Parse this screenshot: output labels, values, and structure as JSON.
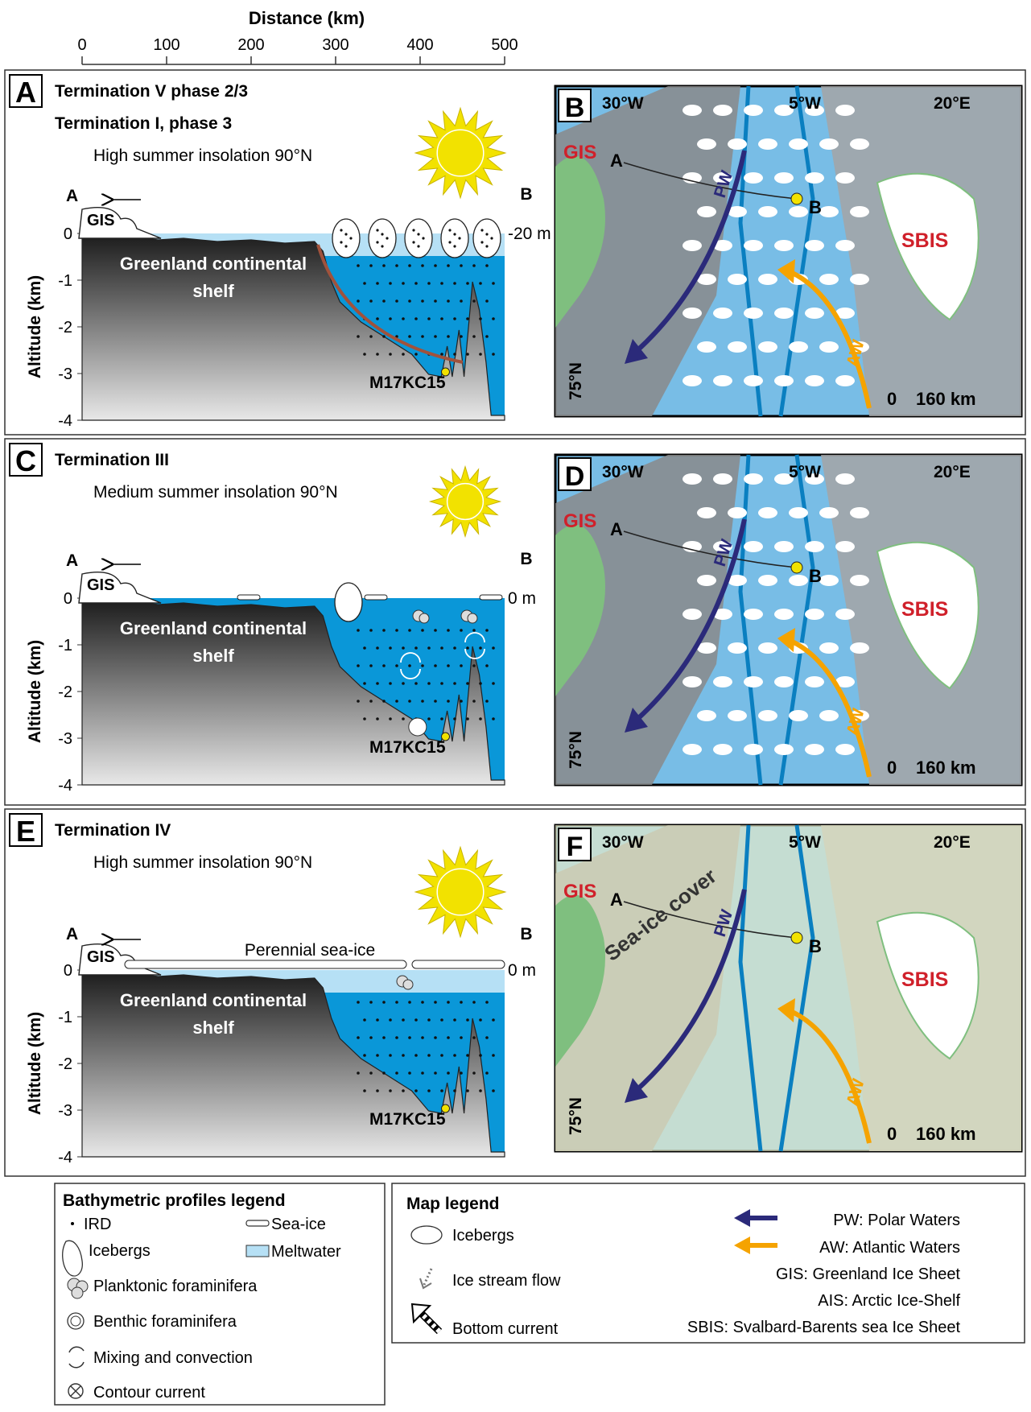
{
  "distance_axis": {
    "title": "Distance (km)",
    "ticks": [
      "0",
      "100",
      "200",
      "300",
      "400",
      "500"
    ]
  },
  "altitude_axis": {
    "title": "Altitude (km)",
    "ticks": [
      "0",
      "-1",
      "-2",
      "-3",
      "-4"
    ]
  },
  "profiles": [
    {
      "letter": "A",
      "title_line1": "Termination V phase 2/3",
      "title_line2": "Termination I, phase 3",
      "insolation": "High summer insolation 90°N",
      "end_a": "A",
      "end_b": "B",
      "sea_level": "-20 m",
      "ice_label": "GIS",
      "shelf_line1": "Greenland continental",
      "shelf_line2": "shelf",
      "core": "M17KC15"
    },
    {
      "letter": "C",
      "title_line1": "Termination III",
      "insolation": "Medium summer insolation 90°N",
      "end_a": "A",
      "end_b": "B",
      "sea_level": "0 m",
      "ice_label": "GIS",
      "shelf_line1": "Greenland continental",
      "shelf_line2": "shelf",
      "core": "M17KC15"
    },
    {
      "letter": "E",
      "title_line1": "Termination IV",
      "insolation": "High summer insolation 90°N",
      "end_a": "A",
      "end_b": "B",
      "sea_level": "0 m",
      "ice_label": "GIS",
      "sea_ice_label": "Perennial sea-ice",
      "shelf_line1": "Greenland continental",
      "shelf_line2": "shelf",
      "core": "M17KC15"
    }
  ],
  "maps": [
    {
      "letter": "B",
      "lon1": "30°W",
      "lon2": "5°W",
      "lon3": "20°E",
      "gis": "GIS",
      "sbis": "SBIS",
      "pw": "PW",
      "aw": "AW",
      "lat": "75°N",
      "scale0": "0",
      "scale1": "160 km",
      "sec_a": "A",
      "sec_b": "B"
    },
    {
      "letter": "D",
      "lon1": "30°W",
      "lon2": "5°W",
      "lon3": "20°E",
      "gis": "GIS",
      "sbis": "SBIS",
      "pw": "PW",
      "aw": "AW",
      "lat": "75°N",
      "scale0": "0",
      "scale1": "160 km",
      "sec_a": "A",
      "sec_b": "B"
    },
    {
      "letter": "F",
      "lon1": "30°W",
      "lon2": "5°W",
      "lon3": "20°E",
      "gis": "GIS",
      "sbis": "SBIS",
      "pw": "PW",
      "aw": "AW",
      "lat": "75°N",
      "scale0": "0",
      "scale1": "160 km",
      "sec_a": "A",
      "sec_b": "B",
      "seaice": "Sea-ice cover"
    }
  ],
  "bathy_legend": {
    "title": "Bathymetric profiles legend",
    "ird": "IRD",
    "sea_ice": "Sea-ice",
    "icebergs": "Icebergs",
    "meltwater": "Meltwater",
    "planktonic": "Planktonic foraminifera",
    "benthic": "Benthic foraminifera",
    "mixing": "Mixing and convection",
    "contour": "Contour current"
  },
  "map_legend": {
    "title": "Map legend",
    "icebergs": "Icebergs",
    "ice_stream": "Ice stream flow",
    "bottom_current": "Bottom current",
    "pw": "PW: Polar Waters",
    "aw": "AW: Atlantic Waters",
    "gis": "GIS: Greenland Ice Sheet",
    "ais": "AIS: Arctic Ice-Shelf",
    "sbis": "SBIS: Svalbard-Barents sea Ice Sheet"
  },
  "colors": {
    "ocean": "#0a97d8",
    "meltwater": "#b6e0f5",
    "map_ocean": "#78bde6",
    "pw": "#2b2a7a",
    "aw": "#f5a300",
    "label_red": "#d0202a",
    "sun": "#f2e200"
  }
}
